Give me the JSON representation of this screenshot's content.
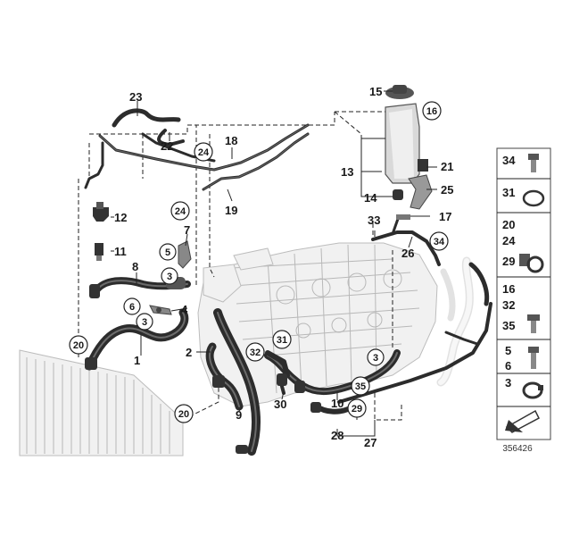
{
  "labels": {
    "l1": "1",
    "l2": "2",
    "l3a": "3",
    "l3b": "3",
    "l3c": "3",
    "l4": "4",
    "l5": "5",
    "l6": "6",
    "l7": "7",
    "l8": "8",
    "l9": "9",
    "l10": "10",
    "l11": "11",
    "l12": "12",
    "l13": "13",
    "l14": "14",
    "l15": "15",
    "l16": "16",
    "l17": "17",
    "l18": "18",
    "l19": "19",
    "l20a": "20",
    "l20b": "20",
    "l21": "21",
    "l22": "22",
    "l23": "23",
    "l24a": "24",
    "l24b": "24",
    "l25": "25",
    "l26": "26",
    "l27": "27",
    "l28": "28",
    "l29": "29",
    "l30": "30",
    "l31": "31",
    "l32": "32",
    "l33": "33",
    "l34": "34",
    "l35": "35"
  },
  "side_panel": {
    "r1": [
      "34"
    ],
    "r2": [
      "31"
    ],
    "r3": [
      "20",
      "24",
      "29"
    ],
    "r4": [
      "16",
      "32",
      "35"
    ],
    "r5": [
      "5",
      "6"
    ],
    "r6": [
      "3"
    ]
  },
  "reference": "356426"
}
